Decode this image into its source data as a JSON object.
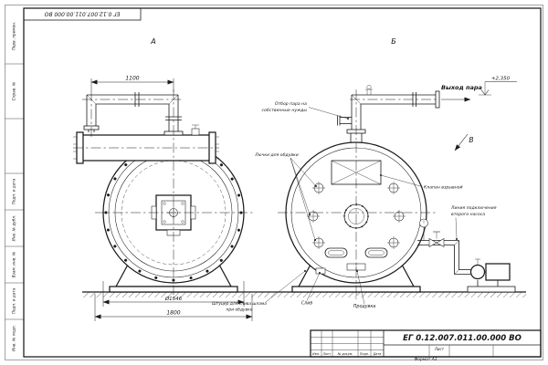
{
  "sheet": {
    "doc_number": "ЕГ 0.12.007.011.00.000 ВО",
    "format": "Формат А3",
    "ink_color": "#1b1b1b",
    "paper_color": "#ffffff"
  },
  "margin_stamps": [
    "Перв. примен.",
    "Справ. №",
    "Подп. и дата",
    "Инв. № дубл.",
    "Взам. инв. №",
    "Подп. и дата",
    "Инв. № подл."
  ],
  "views": {
    "a": "А",
    "b": "Б",
    "v": "В"
  },
  "dims": {
    "pipe_span": "1100",
    "shell_dia": "Ø1546",
    "base_width": "1800"
  },
  "ann": {
    "steam_out": "Выход пара",
    "elevation": "+2,350",
    "own_needs_1": "Отбор пара на",
    "own_needs_2": "собственные нужды",
    "hatches": "Лючки для обдувки",
    "explosion_valve": "Клапан взрывной",
    "pump_line_1": "Линия подключения",
    "pump_line_2": "второго насоса",
    "drain": "Слив",
    "blowdown": "Продувка",
    "sludge_1": "Штуцер для слива шлама",
    "sludge_2": "при обдувке"
  },
  "title_block": {
    "doc_number": "ЕГ 0.12.007.011.00.000 ВО",
    "bottom_labels": [
      "Изм.",
      "Лист",
      "№ докум.",
      "Подп.",
      "Дата"
    ],
    "sheet_label": "Лист"
  }
}
